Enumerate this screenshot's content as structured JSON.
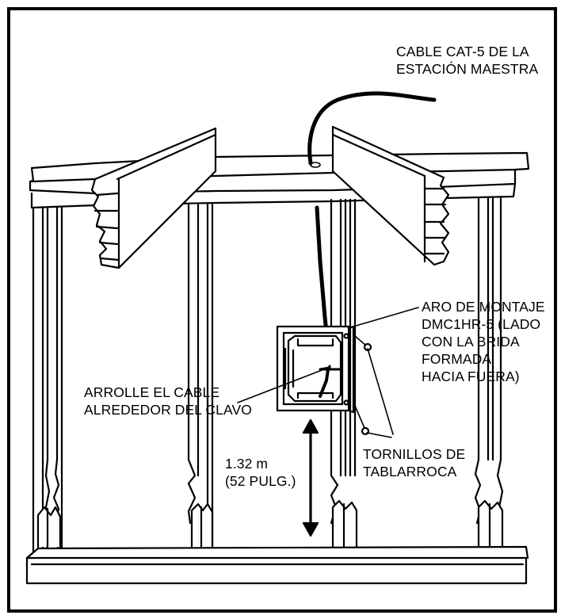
{
  "diagram": {
    "labels": {
      "cable_source": [
        "CABLE CAT-5 DE LA",
        "ESTACIÓN MAESTRA"
      ],
      "mounting_ring": [
        "ARO DE MONTAJE",
        "DMC1HR-5 (LADO",
        "CON LA BRIDA",
        "FORMADA",
        "HACIA FUERA)"
      ],
      "wrap_cable": [
        "ARROLLE EL CABLE",
        "ALREDEDOR DEL CLAVO"
      ],
      "height": [
        "1.32 m",
        "(52 PULG.)"
      ],
      "screws": [
        "TORNILLOS DE",
        "TABLARROCA"
      ]
    },
    "colors": {
      "line": "#000000",
      "background": "#ffffff"
    }
  }
}
